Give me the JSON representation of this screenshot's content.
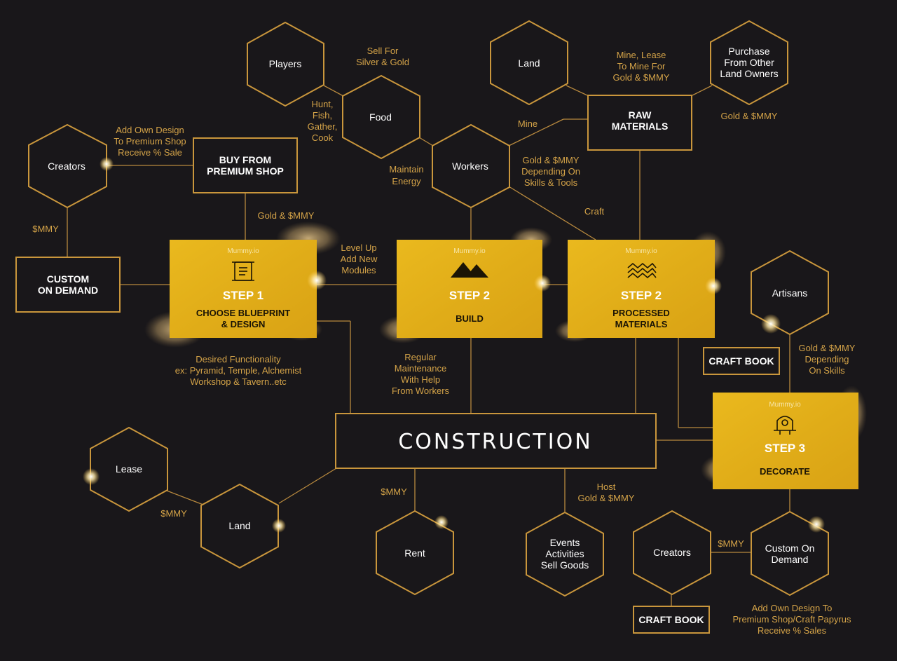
{
  "hexagons": {
    "creators_top": "Creators",
    "players": "Players",
    "food": "Food",
    "workers": "Workers",
    "land_top": "Land",
    "purchase": [
      "Purchase",
      "From Other",
      "Land Owners"
    ],
    "artisans": "Artisans",
    "lease": "Lease",
    "land_bottom": "Land",
    "rent": "Rent",
    "events": [
      "Events",
      "Activities",
      "Sell Goods"
    ],
    "creators_bottom": "Creators",
    "custom_on_demand_hex": [
      "Custom On",
      "Demand"
    ]
  },
  "boxes": {
    "buy_premium": [
      "BUY FROM",
      "PREMIUM SHOP"
    ],
    "custom_on_demand": [
      "CUSTOM",
      "ON DEMAND"
    ],
    "raw_materials": [
      "RAW",
      "MATERIALS"
    ],
    "craft_book_top": "CRAFT BOOK",
    "craft_book_bottom": "CRAFT BOOK",
    "construction": "CONSTRUCTION"
  },
  "steps": {
    "step1": {
      "brand": "Mummy.io",
      "title": "STEP 1",
      "sub": [
        "CHOOSE BLUEPRINT",
        "& DESIGN"
      ]
    },
    "step2_build": {
      "brand": "Mummy.io",
      "title": "STEP 2",
      "sub": [
        "BUILD"
      ]
    },
    "step2_processed": {
      "brand": "Mummy.io",
      "title": "STEP 2",
      "sub": [
        "PROCESSED",
        "MATERIALS"
      ]
    },
    "step3": {
      "brand": "Mummy.io",
      "title": "STEP 3",
      "sub": [
        "DECORATE"
      ]
    }
  },
  "labels": {
    "add_own_design": [
      "Add Own Design",
      "To Premium Shop",
      "Receive % Sale"
    ],
    "mmy_left": "$MMY",
    "gold_mmy_premium": "Gold & $MMY",
    "sell_for": [
      "Sell For",
      "Silver & Gold"
    ],
    "hunt": [
      "Hunt,",
      "Fish,",
      "Gather,",
      "Cook"
    ],
    "maintain": [
      "Maintain",
      "Energy"
    ],
    "mine": "Mine",
    "gold_skills_tools": [
      "Gold & $MMY",
      "Depending On",
      "Skills & Tools"
    ],
    "craft": "Craft",
    "mine_lease": [
      "Mine, Lease",
      "To Mine For",
      "Gold & $MMY"
    ],
    "gold_mmy_purchase": "Gold & $MMY",
    "level_up": [
      "Level Up",
      "Add New",
      "Modules"
    ],
    "desired": [
      "Desired Functionality",
      "ex: Pyramid, Temple, Alchemist",
      "Workshop & Tavern..etc"
    ],
    "maintenance": [
      "Regular",
      "Maintenance",
      "With Help",
      "From Workers"
    ],
    "gold_skills": [
      "Gold & $MMY",
      "Depending",
      "On Skills"
    ],
    "mmy_land": "$MMY",
    "mmy_rent": "$MMY",
    "host": [
      "Host",
      "Gold & $MMY"
    ],
    "mmy_creators": "$MMY",
    "add_design_papyrus": [
      "Add Own Design To",
      "Premium Shop/Craft Papyrus",
      "Receive % Sales"
    ]
  },
  "colors": {
    "background": "#19171a",
    "accent": "#c9963c",
    "label": "#d4a348",
    "step_fill": "#e3b21c"
  },
  "icons": {
    "step1": "scroll-blueprint-icon",
    "step2_build": "pyramids-icon",
    "step2_processed": "waves-icon",
    "step3": "sphinx-icon"
  }
}
